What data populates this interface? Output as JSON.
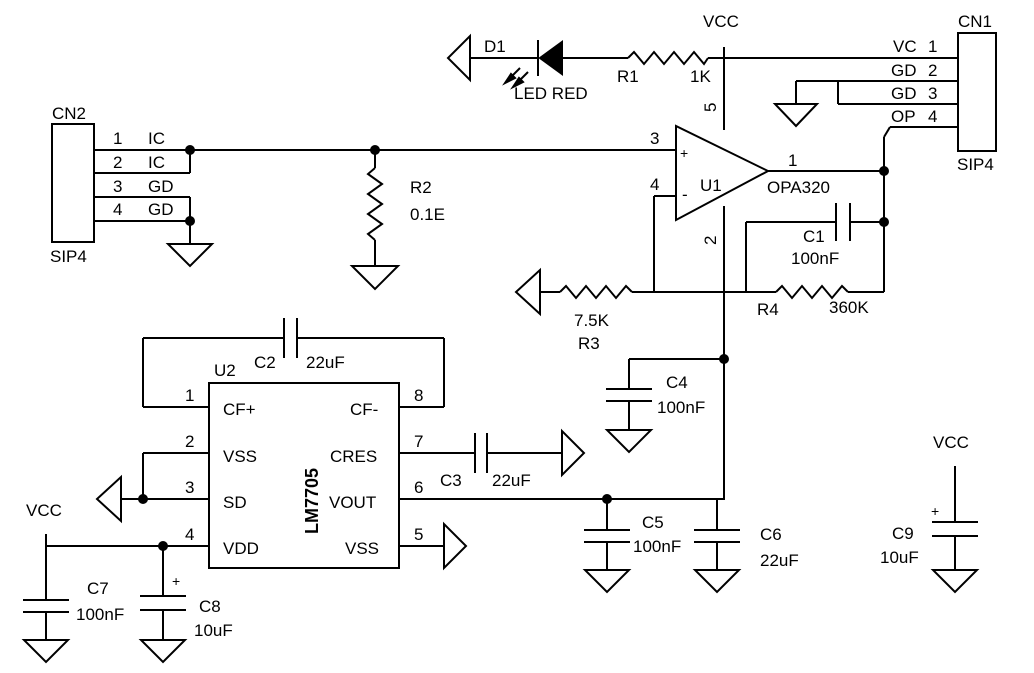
{
  "power": {
    "vcc": "VCC"
  },
  "cn1": {
    "ref": "CN1",
    "type": "SIP4",
    "pins": [
      {
        "name": "VC",
        "num": "1"
      },
      {
        "name": "GD",
        "num": "2"
      },
      {
        "name": "GD",
        "num": "3"
      },
      {
        "name": "OP",
        "num": "4"
      }
    ]
  },
  "cn2": {
    "ref": "CN2",
    "type": "SIP4",
    "pins": [
      {
        "name": "IC",
        "num": "1"
      },
      {
        "name": "IC",
        "num": "2"
      },
      {
        "name": "GD",
        "num": "3"
      },
      {
        "name": "GD",
        "num": "4"
      }
    ]
  },
  "d1": {
    "ref": "D1",
    "value": "LED RED"
  },
  "r1": {
    "ref": "R1",
    "value": "1K"
  },
  "r2": {
    "ref": "R2",
    "value": "0.1E"
  },
  "r3": {
    "ref": "R3",
    "value": "7.5K"
  },
  "r4": {
    "ref": "R4",
    "value": "360K"
  },
  "u1": {
    "ref": "U1",
    "part": "OPA320",
    "plus": "+",
    "minus": "-",
    "pins": {
      "in_plus": "3",
      "in_minus": "4",
      "out": "1",
      "vcc": "5",
      "gnd": "2"
    }
  },
  "c1": {
    "ref": "C1",
    "value": "100nF"
  },
  "c2": {
    "ref": "C2",
    "value": "22uF"
  },
  "c3": {
    "ref": "C3",
    "value": "22uF"
  },
  "c4": {
    "ref": "C4",
    "value": "100nF"
  },
  "c5": {
    "ref": "C5",
    "value": "100nF"
  },
  "c6": {
    "ref": "C6",
    "value": "22uF"
  },
  "c7": {
    "ref": "C7",
    "value": "100nF"
  },
  "c8": {
    "ref": "C8",
    "value": "10uF"
  },
  "c9": {
    "ref": "C9",
    "value": "10uF"
  },
  "polarity": "+",
  "u2": {
    "ref": "U2",
    "part": "LM7705",
    "left_pins": [
      {
        "num": "1",
        "name": "CF+"
      },
      {
        "num": "2",
        "name": "VSS"
      },
      {
        "num": "3",
        "name": "SD"
      },
      {
        "num": "4",
        "name": "VDD"
      }
    ],
    "right_pins": [
      {
        "num": "8",
        "name": "CF-"
      },
      {
        "num": "7",
        "name": "CRES"
      },
      {
        "num": "6",
        "name": "VOUT"
      },
      {
        "num": "5",
        "name": "VSS"
      }
    ]
  }
}
